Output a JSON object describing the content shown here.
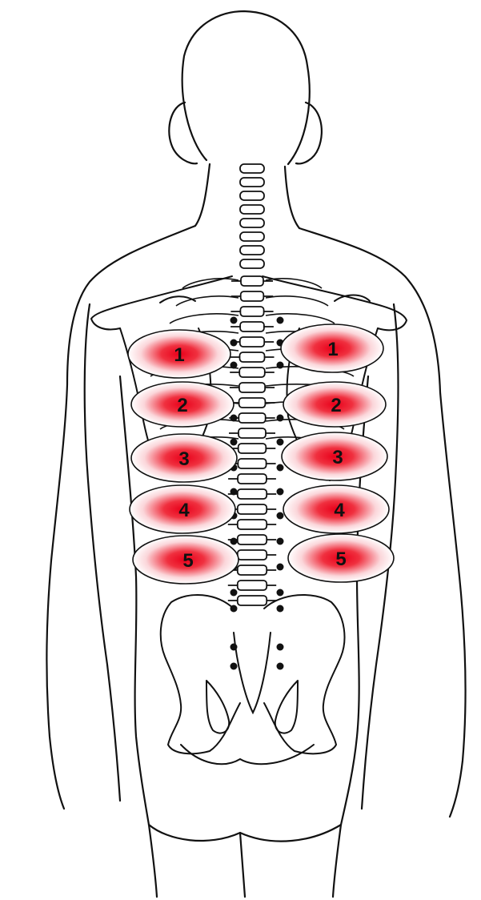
{
  "diagram": {
    "marker_fill_center": "#e8001a",
    "marker_fill_edge": "#ffffff",
    "marker_stroke": "#111111",
    "line_color": "#111111",
    "markers": {
      "left": [
        "1",
        "2",
        "3",
        "4",
        "5"
      ],
      "right": [
        "1",
        "2",
        "3",
        "4",
        "5"
      ]
    }
  }
}
